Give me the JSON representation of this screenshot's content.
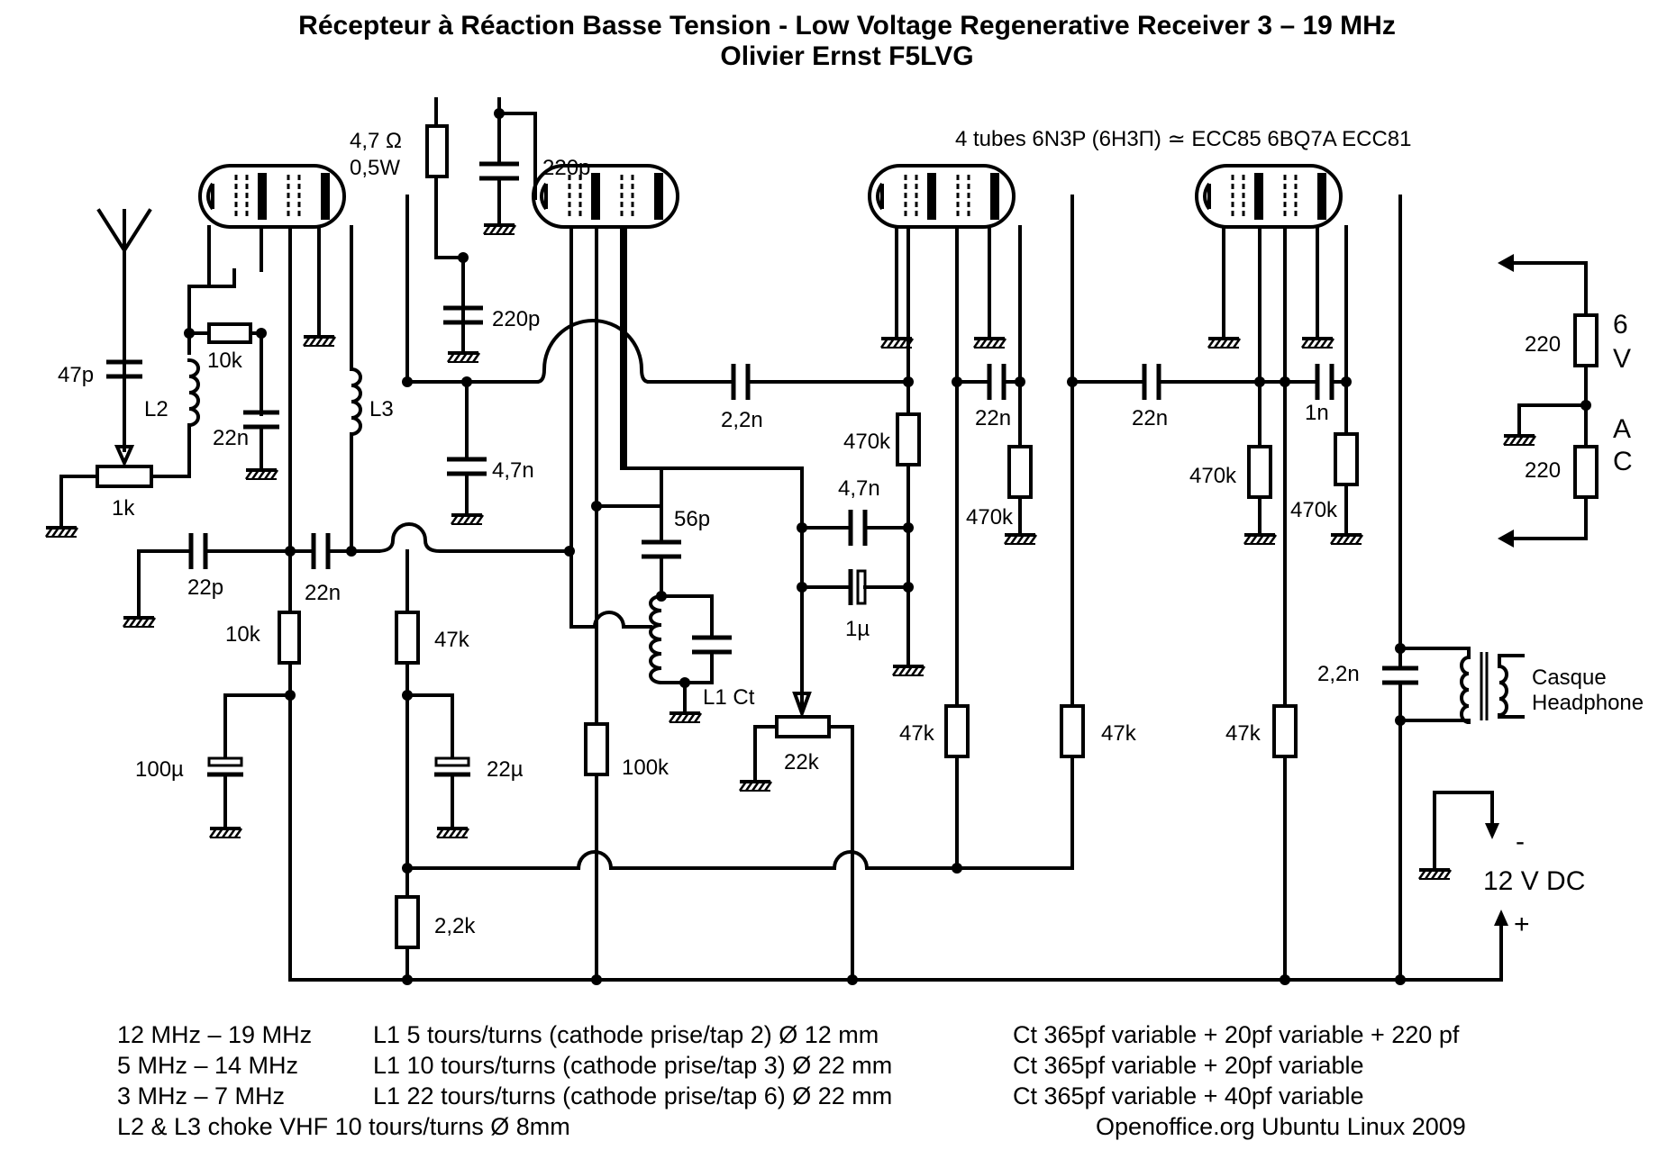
{
  "title": {
    "line1": "Récepteur à Réaction Basse Tension - Low Voltage Regenerative Receiver  3 – 19 MHz",
    "line2": "Olivier Ernst F5LVG"
  },
  "tubes_note": "4 tubes 6N3P (6Н3П)  ≃ ECC85 6BQ7A ECC81",
  "labels": {
    "r_4_7_ohm": "4,7 Ω",
    "r_0_5w": "0,5W",
    "c_220p_top": "220p",
    "c_220p_mid": "220p",
    "c_47p": "47p",
    "r_10k_l2": "10k",
    "l2": "L2",
    "c_22n_l2": "22n",
    "l3": "L3",
    "pot_1k": "1k",
    "c_22p": "22p",
    "c_22n_grid": "22n",
    "r_10k_dec": "10k",
    "c_100u": "100µ",
    "c_4_7n_mid": "4,7n",
    "r_47k_left": "47k",
    "c_22u": "22µ",
    "r_2_2k": "2,2k",
    "c_56p": "56p",
    "l1_ct": "L1 Ct",
    "r_100k": "100k",
    "c_2_2n_stage": "2,2n",
    "r_470k_a": "470k",
    "c_4_7n_right": "4,7n",
    "c_1u": "1µ",
    "pot_22k": "22k",
    "c_22n_a": "22n",
    "r_470k_b": "470k",
    "r_47k_a": "47k",
    "r_47k_b": "47k",
    "c_22n_b": "22n",
    "c_1n": "1n",
    "r_470k_c": "470k",
    "r_470k_d": "470k",
    "r_47k_c": "47k",
    "c_2_2n_out": "2,2n",
    "headphone_fr": "Casque",
    "headphone_en": "Headphone",
    "r_220_top": "220",
    "r_220_bot": "220",
    "ac_6": "6",
    "ac_v": "V",
    "ac_a": "A",
    "ac_c": "C",
    "dc_minus": "-",
    "dc_12v": "12 V DC",
    "dc_plus": "+"
  },
  "bands": [
    {
      "range": "12 MHz – 19 MHz",
      "coil": "L1 5 tours/turns (cathode prise/tap 2)  Ø 12 mm",
      "cap": "Ct 365pf variable + 20pf variable + 220 pf"
    },
    {
      "range": "5 MHz – 14 MHz",
      "coil": "L1 10 tours/turns (cathode prise/tap 3) Ø 22 mm",
      "cap": "Ct 365pf variable + 20pf variable"
    },
    {
      "range": "3 MHz – 7 MHz",
      "coil": "L1 22 tours/turns (cathode prise/tap 6) Ø 22 mm",
      "cap": "Ct 365pf variable + 40pf variable"
    }
  ],
  "choke_note": "L2 & L3 choke VHF 10 tours/turns   Ø 8mm",
  "credit": "Openoffice.org Ubuntu Linux 2009"
}
